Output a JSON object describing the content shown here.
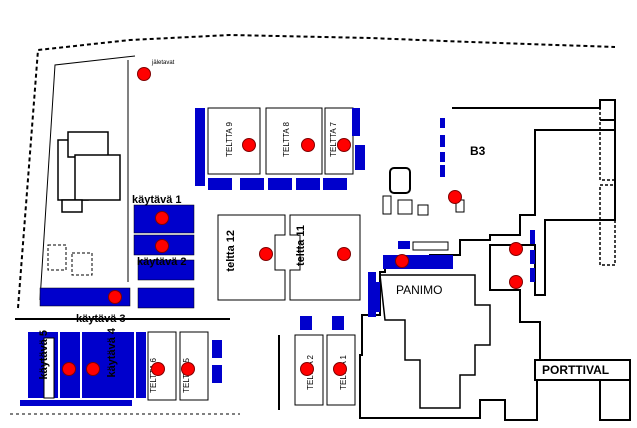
{
  "map": {
    "labels": {
      "jalatavat": "jäletavat",
      "b3": "B3",
      "teltta9": "TELTTA 9",
      "teltta8": "TELTTA 8",
      "teltta7": "TELTTA 7",
      "kaytava1": "käytävä 1",
      "kaytava2": "käytävä 2",
      "kaytava3": "käytävä 3",
      "kaytava4": "käytävä 4",
      "kaytava5": "käytävä 5",
      "teltta12": "teltta 12",
      "teltta11": "teltta 11",
      "panimo": "PANIMO",
      "teltta6": "TELTTA 6",
      "teltta5": "TELTTA 5",
      "teltta2": "TELTTA 2",
      "teltta1": "TELTTA 1",
      "porttival": "PORTTIVAL"
    },
    "colors": {
      "booth": "#0000cc",
      "marker": "#ff0000",
      "outline": "#000000"
    }
  }
}
